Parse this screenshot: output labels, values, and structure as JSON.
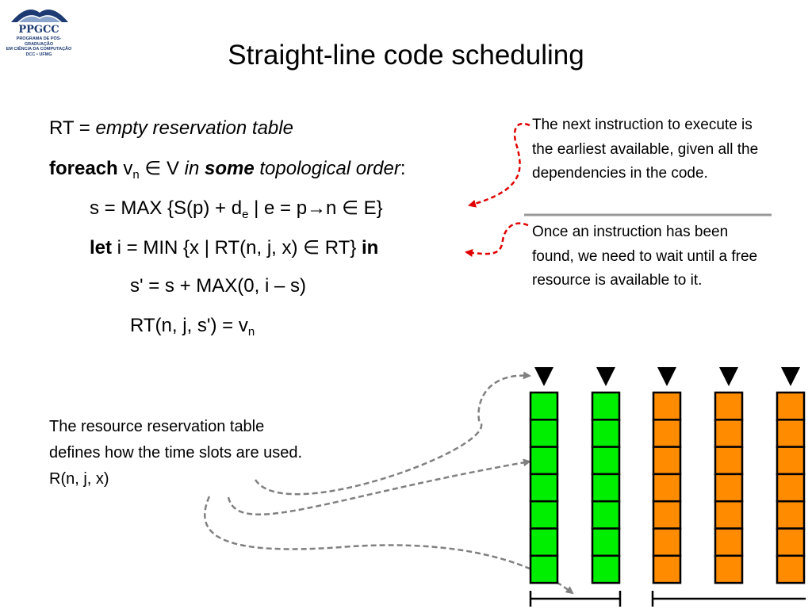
{
  "logo": {
    "name": "PPGCC",
    "subtitle_lines": [
      "PROGRAMA DE PÓS-GRADUAÇÃO",
      "EM CIÊNCIA DA COMPUTAÇÃO",
      "DCC • UFMG"
    ]
  },
  "title": "Straight-line code scheduling",
  "algorithm": {
    "line1": {
      "a": "RT = ",
      "b": "empty reservation table"
    },
    "line2": {
      "kw": "foreach",
      "v": " v",
      "sub": "n",
      "in": " ∈ V ",
      "in_it": "in",
      "some": "some",
      "rest": " topological order",
      "colon": ":"
    },
    "line3": {
      "a": "s = MAX {S(p) + d",
      "sub": "e",
      "b": " | e = p→n ∈ E}"
    },
    "line4": {
      "kw": "let",
      "mid": " i = MIN {x | RT(n, j, x) ∈ RT} ",
      "kw2": "in"
    },
    "line5": {
      "text": "s' = s + MAX(0, i – s)"
    },
    "line6": {
      "text": "RT(n, j, s') = v",
      "sub": "n"
    }
  },
  "notes": {
    "next_instruction": "The next instruction to execute is the earliest available, given all the dependencies in the code.",
    "resource_wait": "Once an instruction has been found, we need to wait until a free resource is available to it.",
    "reservation_table": "The resource reservation table defines how the time slots are used. R(n, j, x)"
  },
  "colors": {
    "green_column": "#00ee00",
    "orange_column": "#ff8c00",
    "arrow_red": "#e00000",
    "arrow_gray": "#808080",
    "divider": "#999999"
  },
  "resource_columns": [
    {
      "color": "green",
      "slots": 7
    },
    {
      "color": "green",
      "slots": 7
    },
    {
      "color": "orange",
      "slots": 7
    },
    {
      "color": "orange",
      "slots": 7
    },
    {
      "color": "orange",
      "slots": 7
    }
  ]
}
